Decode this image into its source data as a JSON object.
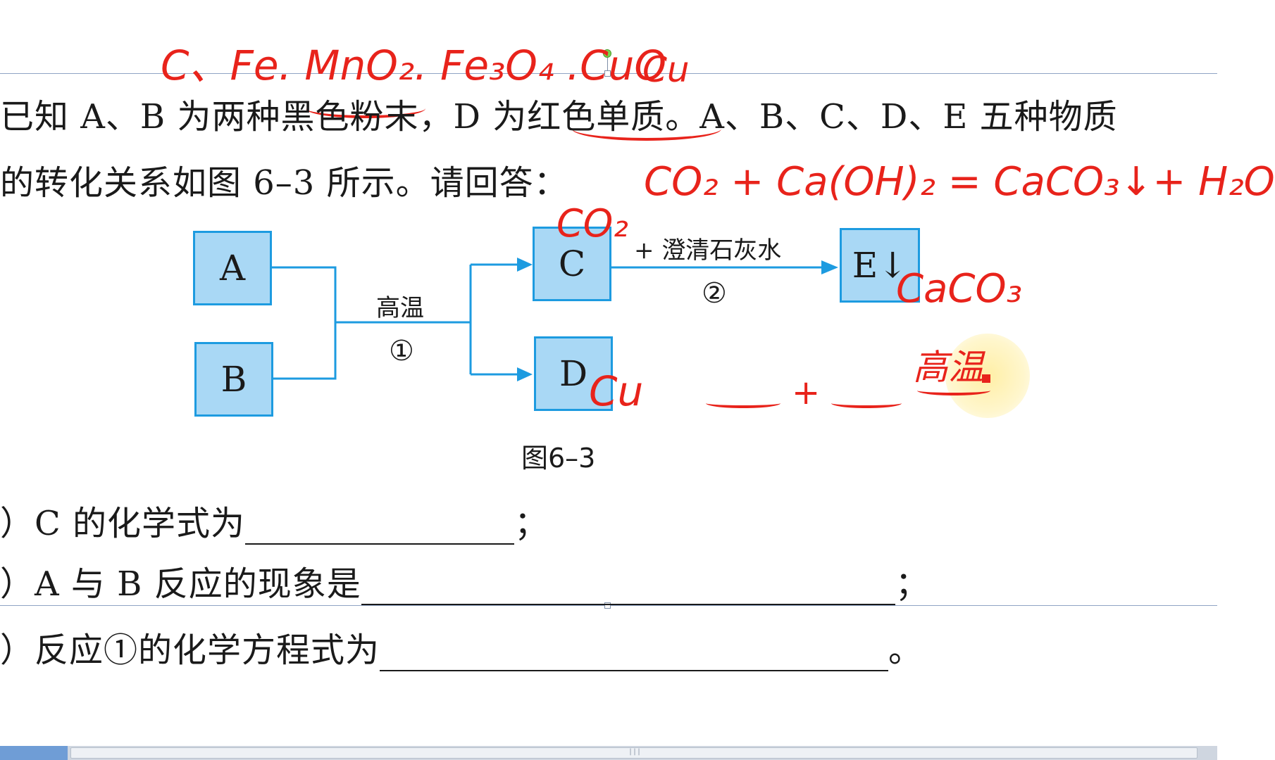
{
  "annotations": {
    "top_formula": "C、Fe. MnO₂. Fe₃O₄ .CuO",
    "top_cu": "Cu",
    "equation": "CO₂ + Ca(OH)₂ = CaCO₃↓+ H₂O",
    "c_label": "CO₂",
    "e_label": "CaCO₃",
    "d_label": "Cu",
    "plus": "+",
    "high_temp": "高温"
  },
  "problem": {
    "line1": "已知 A、B 为两种黑色粉末，D 为红色单质。A、B、C、D、E 五种物质",
    "line2": "的转化关系如图 6–3 所示。请回答：",
    "q1": "）C 的化学式为",
    "q1_end": "；",
    "q2": "）A 与 B 反应的现象是",
    "q2_end": "；",
    "q3": "）反应①的化学方程式为",
    "q3_end": "。"
  },
  "diagram": {
    "box_a": "A",
    "box_b": "B",
    "box_c": "C",
    "box_d": "D",
    "box_e": "E↓",
    "cond1": "高温",
    "step1": "①",
    "reagent2": "+ 澄清石灰水",
    "step2": "②",
    "caption": "图6–3"
  },
  "colors": {
    "ink": "#e8231b",
    "box_fill": "#a9d8f5",
    "box_stroke": "#1d9be0"
  }
}
